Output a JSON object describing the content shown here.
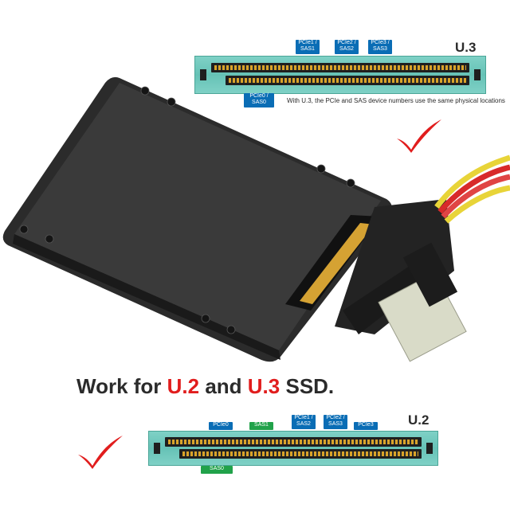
{
  "u3": {
    "title": "U.3",
    "top_labels": [
      {
        "text": "PCIe1 /\nSAS1"
      },
      {
        "text": "PCIe2 /\nSAS2"
      },
      {
        "text": "PCIe3 /\nSAS3"
      }
    ],
    "bottom_label": "PCIe0 /\nSAS0",
    "note": "With U.3, the PCIe and SAS device numbers use the same physical locations"
  },
  "headline": {
    "prefix": "Work for ",
    "u2": "U.2",
    "middle": " and ",
    "u3": "U.3",
    "suffix": " SSD."
  },
  "u2": {
    "title": "U.2",
    "top_labels": [
      {
        "text": "PCIe0",
        "color": "blue"
      },
      {
        "text": "SAS1",
        "color": "green"
      },
      {
        "text": "PCIe1 /\nSAS2",
        "color": "blue"
      },
      {
        "text": "PCIe2 /\nSAS3",
        "color": "blue"
      },
      {
        "text": "PCIe3",
        "color": "blue"
      }
    ],
    "bottom_label": "SAS0"
  },
  "colors": {
    "accent_red": "#e11d1d",
    "tag_blue": "#0a6db5",
    "tag_green": "#21a24a",
    "connector_teal": "#66c2b6"
  }
}
